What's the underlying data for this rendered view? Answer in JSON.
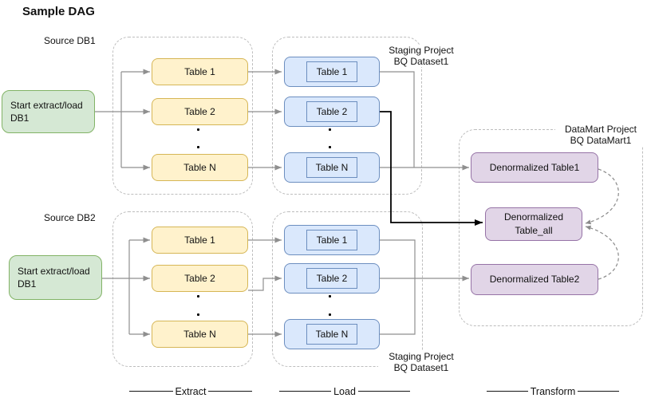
{
  "title": "Sample DAG",
  "sources": {
    "db1": {
      "label": "Source DB1",
      "start_line1": "Start extract/load",
      "start_line2": "DB1"
    },
    "db2": {
      "label": "Source DB2",
      "start_line1": "Start extract/load",
      "start_line2": "DB1"
    }
  },
  "extract1": {
    "tables": [
      "Table 1",
      "Table 2",
      "Table N"
    ]
  },
  "load1": {
    "tables": [
      "Table 1",
      "Table 2",
      "Table N"
    ],
    "label1": "Staging Project",
    "label2": "BQ Dataset1"
  },
  "extract2": {
    "tables": [
      "Table 1",
      "Table 2",
      "Table N"
    ]
  },
  "load2": {
    "tables": [
      "Table 1",
      "Table 2",
      "Table N"
    ],
    "label1": "Staging Project",
    "label2": "BQ Dataset1"
  },
  "datamart": {
    "label1": "DataMart Project",
    "label2": "BQ DataMart1",
    "table1": "Denormalized Table1",
    "table_all_line1": "Denormalized",
    "table_all_line2": "Table_all",
    "table2": "Denormalized Table2"
  },
  "stages": {
    "extract": "Extract",
    "load": "Load",
    "transform": "Transform"
  },
  "decorations": {
    "vertical_ellipsis": ".."
  },
  "colors": {
    "green_fill": "#d5e8d4",
    "green_stroke": "#82b366",
    "yellow_fill": "#fff2cc",
    "yellow_stroke": "#d6b656",
    "blue_fill": "#dae8fc",
    "blue_stroke": "#6c8ebf",
    "purple_fill": "#e1d5e7",
    "purple_stroke": "#9673a6",
    "connector_gray": "#8f8f8f",
    "connector_black": "#000000",
    "container_dash": "#bdbdbd"
  }
}
